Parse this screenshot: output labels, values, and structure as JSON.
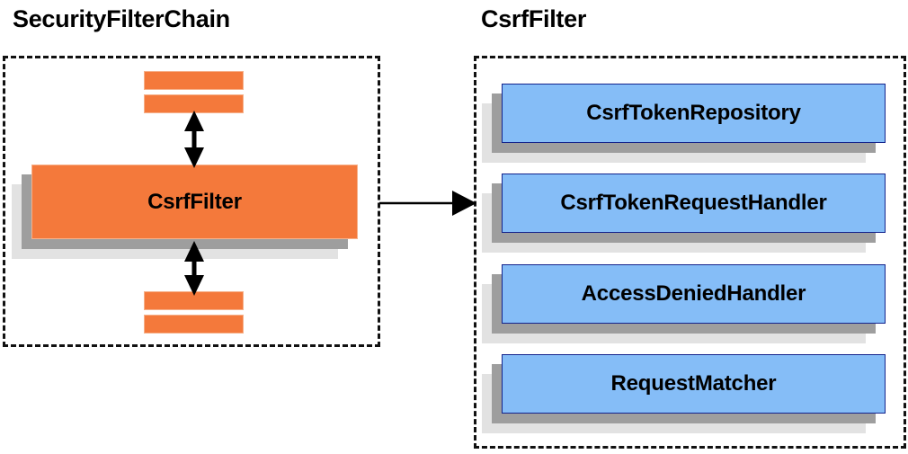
{
  "diagram": {
    "type": "class-collaboration-diagram",
    "background_color": "#ffffff",
    "panels": [
      {
        "id": "security-filter-chain",
        "title": "SecurityFilterChain",
        "border_style": "dashed",
        "border_color": "#111111",
        "items": [
          {
            "id": "filter-bar-top-0",
            "label": "",
            "shape": "bar",
            "color": "#f4793b"
          },
          {
            "id": "filter-bar-top-1",
            "label": "",
            "shape": "bar",
            "color": "#f4793b"
          },
          {
            "id": "csrf-filter",
            "label": "CsrfFilter",
            "shape": "stacked-box",
            "color": "#f4793b"
          },
          {
            "id": "filter-bar-bottom-0",
            "label": "",
            "shape": "bar",
            "color": "#f4793b"
          },
          {
            "id": "filter-bar-bottom-1",
            "label": "",
            "shape": "bar",
            "color": "#f4793b"
          }
        ]
      },
      {
        "id": "csrf-filter-detail",
        "title": "CsrfFilter",
        "border_style": "dashed",
        "border_color": "#111111",
        "items": [
          {
            "id": "csrf-token-repository",
            "label": "CsrfTokenRepository",
            "shape": "stacked-box",
            "color": "#85bdf7"
          },
          {
            "id": "csrf-token-request-handler",
            "label": "CsrfTokenRequestHandler",
            "shape": "stacked-box",
            "color": "#85bdf7"
          },
          {
            "id": "access-denied-handler",
            "label": "AccessDeniedHandler",
            "shape": "stacked-box",
            "color": "#85bdf7"
          },
          {
            "id": "request-matcher",
            "label": "RequestMatcher",
            "shape": "stacked-box",
            "color": "#85bdf7"
          }
        ]
      }
    ],
    "connectors": [
      {
        "id": "arrow-up",
        "style": "double-headed",
        "orientation": "vertical",
        "color": "#000000"
      },
      {
        "id": "arrow-down",
        "style": "double-headed",
        "orientation": "vertical",
        "color": "#000000"
      },
      {
        "id": "arrow-expand",
        "style": "single-headed",
        "orientation": "horizontal",
        "color": "#000000"
      }
    ],
    "colors": {
      "orange_fill": "#f4793b",
      "orange_border": "#f6b089",
      "blue_fill": "#85bdf7",
      "blue_border": "#13238c",
      "shadow_mid": "#9e9e9e",
      "shadow_light": "#e2e2e2",
      "line": "#000000"
    }
  }
}
